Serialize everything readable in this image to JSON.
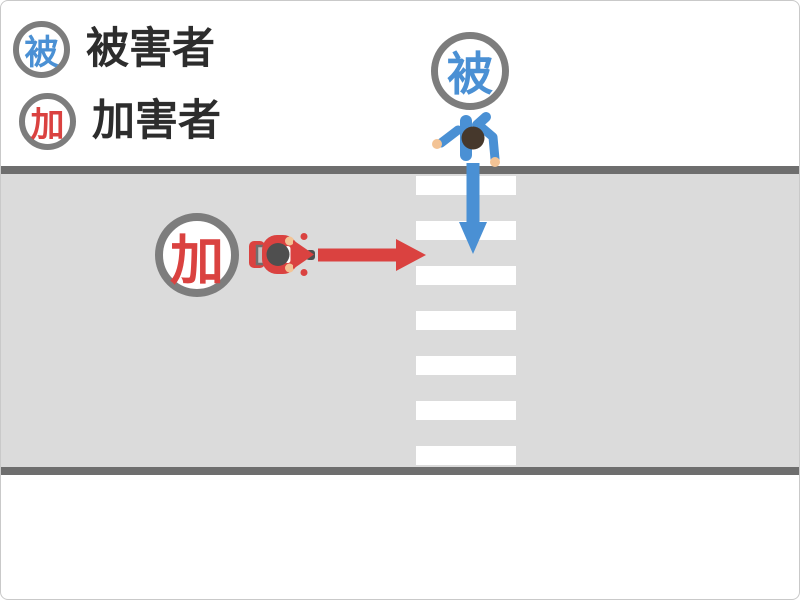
{
  "diagram": {
    "title_hint": "traffic-accident-situation-diagram",
    "legend": {
      "items": [
        {
          "id": "victim",
          "badge": "被",
          "label": "被害者",
          "badge_color": "#4a90d4"
        },
        {
          "id": "offender",
          "badge": "加",
          "label": "加害者",
          "badge_color": "#da4240"
        }
      ]
    },
    "actors": [
      {
        "id": "victim",
        "badge": "被",
        "icon": "pedestrian-icon",
        "movement": "down",
        "arrow_color": "#4a90d4"
      },
      {
        "id": "offender",
        "badge": "加",
        "icon": "motorcycle-icon",
        "movement": "right",
        "arrow_color": "#da4240"
      }
    ],
    "crosswalk": {
      "stripe_count": 7,
      "stripe_color": "#ffffff"
    },
    "colors": {
      "road_surface": "#dbdbdb",
      "road_edge": "#6e6e6e",
      "badge_ring": "#7d7d7d",
      "legend_text": "#2d2d2d",
      "victim_accent": "#4a90d4",
      "offender_accent": "#da4240",
      "skin": "#f3c395",
      "head_brown": "#46382c",
      "rider_gray": "#4f4f4f"
    }
  }
}
